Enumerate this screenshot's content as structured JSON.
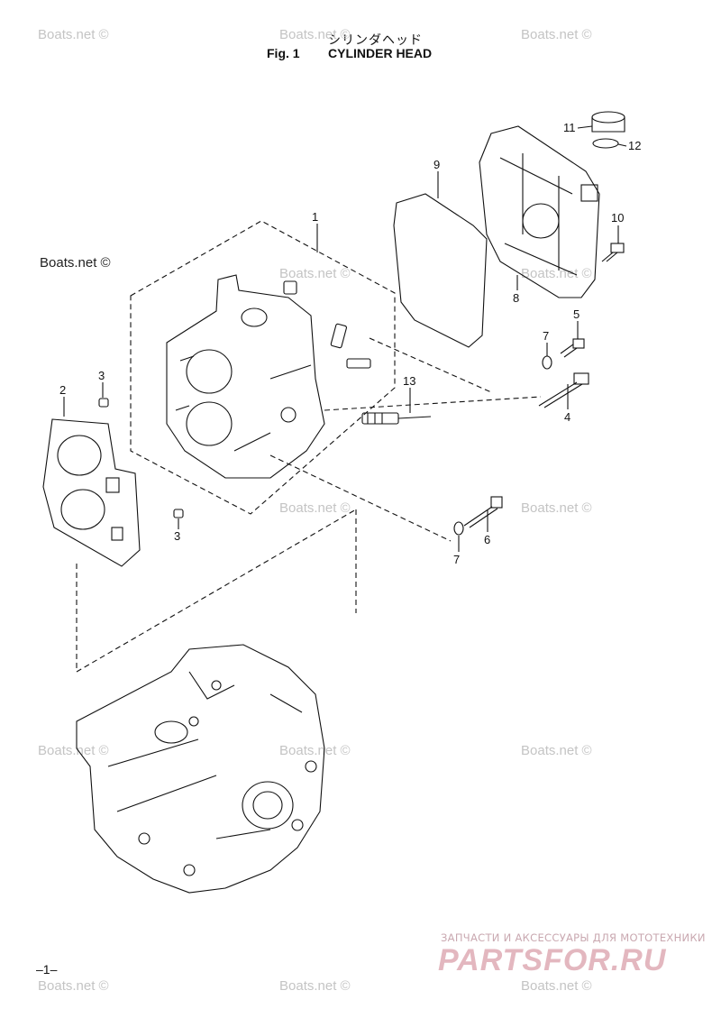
{
  "header": {
    "title_jp": "シリンダヘッド",
    "fig_no": "Fig. 1",
    "fig_name": "CYLINDER HEAD"
  },
  "watermarks": [
    "Boats.net ©"
  ],
  "callouts": {
    "p1": "1",
    "p2": "2",
    "p3a": "3",
    "p3b": "3",
    "p4": "4",
    "p5": "5",
    "p6": "6",
    "p7a": "7",
    "p7b": "7",
    "p8": "8",
    "p9": "9",
    "p10": "10",
    "p11": "11",
    "p12": "12",
    "p13": "13"
  },
  "footer": {
    "page_no": "–1–",
    "brand_sub": "ЗАПЧАСТИ И АКСЕССУАРЫ ДЛЯ МОТОТЕХНИКИ",
    "brand_logo": "PARTSFOR.RU"
  },
  "colors": {
    "line": "#111111",
    "watermark": "#c4c4c4",
    "brand": "#e3b7bf"
  }
}
